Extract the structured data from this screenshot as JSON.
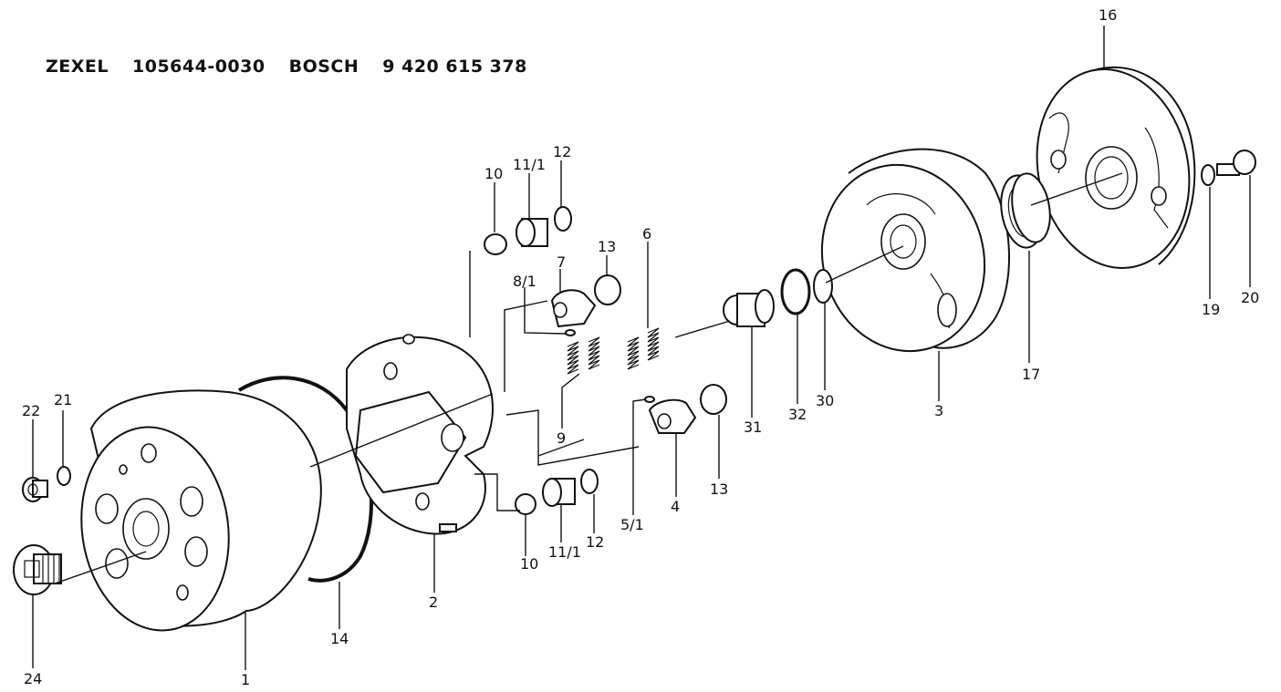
{
  "header": {
    "brand1": "ZEXEL",
    "part_no": "105644-0030",
    "brand2": "BOSCH",
    "bosch_no": "9 420 615 378"
  },
  "labels": {
    "l1": "1",
    "l2": "2",
    "l3": "3",
    "l4": "4",
    "l5_1": "5/1",
    "l6": "6",
    "l7": "7",
    "l8_1": "8/1",
    "l9": "9",
    "l10_top": "10",
    "l10_bottom": "10",
    "l11_1_top": "11/1",
    "l11_1_bottom": "11/1",
    "l12_top": "12",
    "l12_bottom": "12",
    "l13_top": "13",
    "l13_bottom": "13",
    "l14": "14",
    "l16": "16",
    "l17": "17",
    "l19": "19",
    "l20": "20",
    "l21": "21",
    "l22": "22",
    "l24": "24",
    "l30": "30",
    "l31": "31",
    "l32": "32"
  }
}
